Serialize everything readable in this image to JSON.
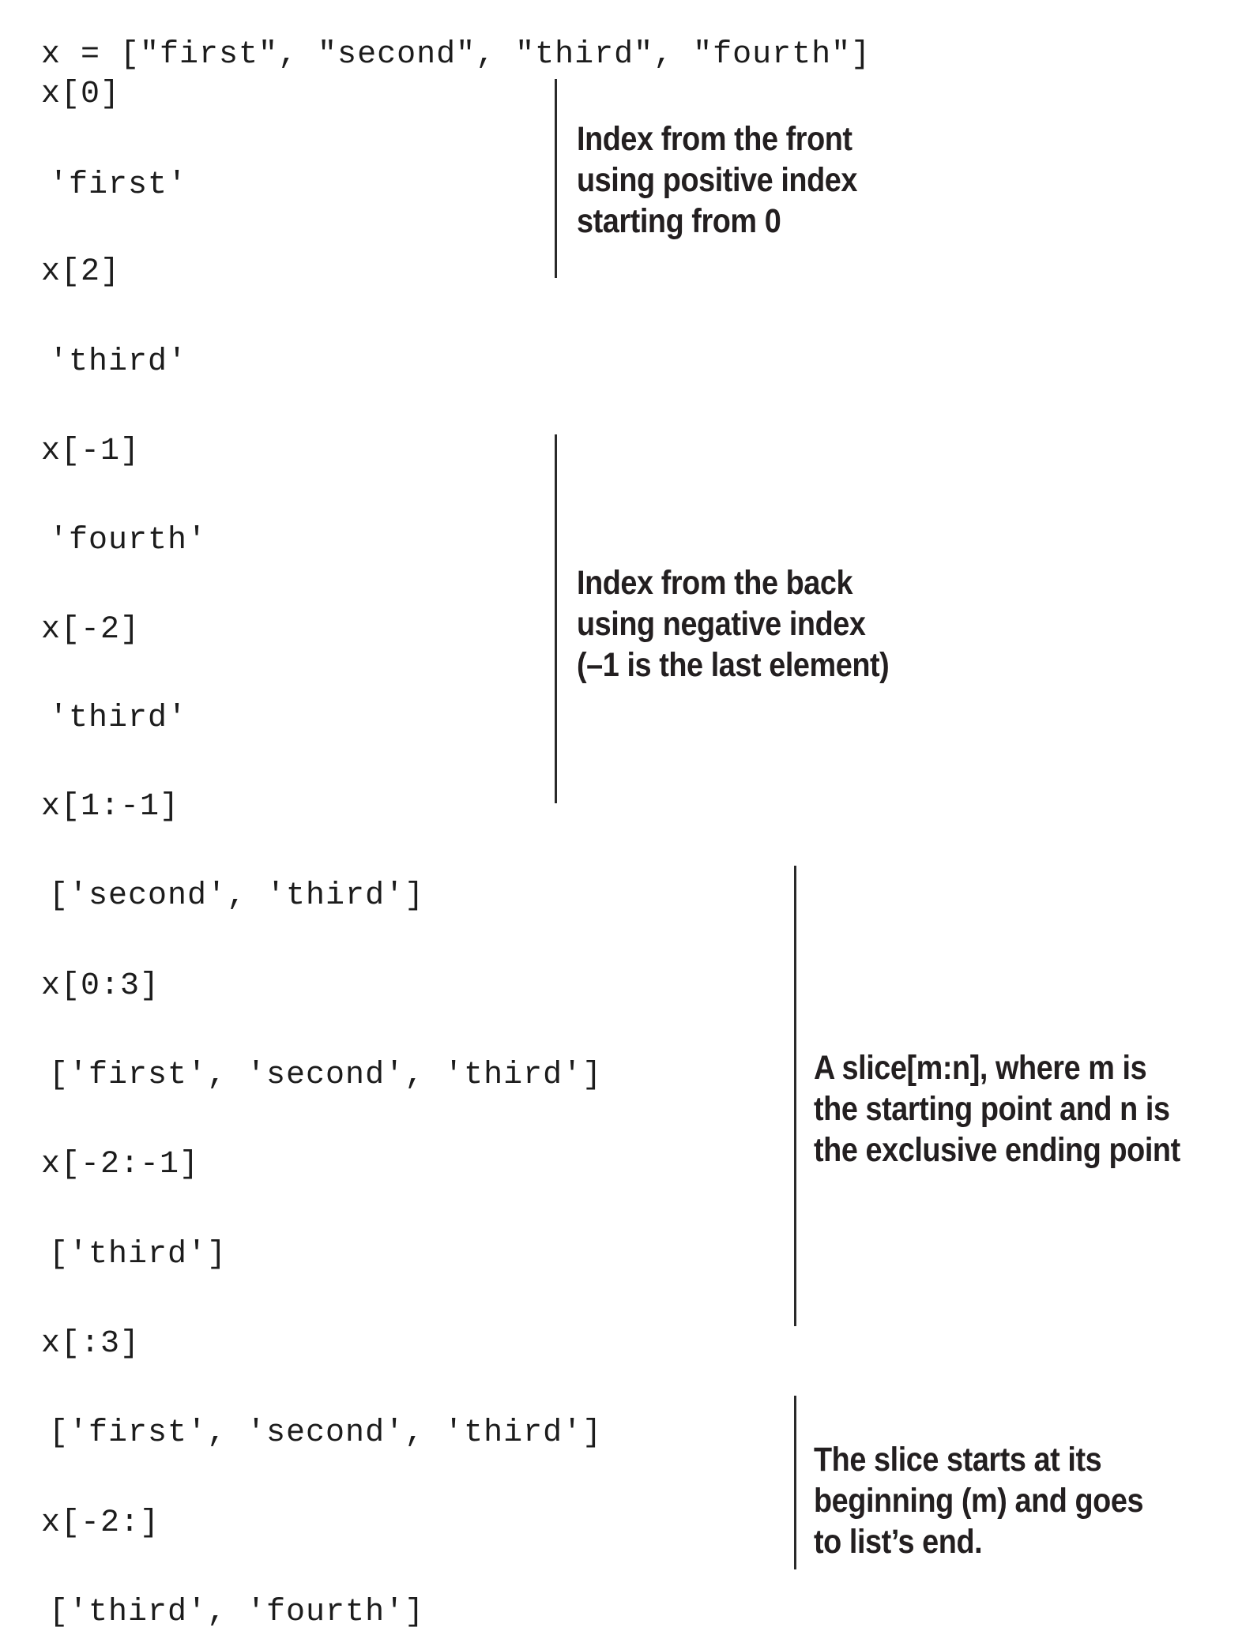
{
  "page": {
    "background": "#ffffff",
    "text_color": "#1c1c1c"
  },
  "code_lines": [
    {
      "kind": "input",
      "text": "x = [\"first\", \"second\", \"third\", \"fourth\"]"
    },
    {
      "kind": "input",
      "text": "x[0]"
    },
    {
      "kind": "output",
      "text": "'first'"
    },
    {
      "kind": "input",
      "text": "x[2]"
    },
    {
      "kind": "output",
      "text": "'third'"
    },
    {
      "kind": "input",
      "text": "x[-1]"
    },
    {
      "kind": "output",
      "text": "'fourth'"
    },
    {
      "kind": "input",
      "text": "x[-2]"
    },
    {
      "kind": "output",
      "text": "'third'"
    },
    {
      "kind": "input",
      "text": "x[1:-1]"
    },
    {
      "kind": "output",
      "text": "['second', 'third']"
    },
    {
      "kind": "input",
      "text": "x[0:3]"
    },
    {
      "kind": "output",
      "text": "['first', 'second', 'third']"
    },
    {
      "kind": "input",
      "text": "x[-2:-1]"
    },
    {
      "kind": "output",
      "text": "['third']"
    },
    {
      "kind": "input",
      "text": "x[:3]"
    },
    {
      "kind": "output",
      "text": "['first', 'second', 'third']"
    },
    {
      "kind": "input",
      "text": "x[-2:]"
    },
    {
      "kind": "output",
      "text": "['third', 'fourth']"
    }
  ],
  "annotations": [
    {
      "text": "Index from the front\nusing positive index\nstarting from 0"
    },
    {
      "text": "Index from the back\nusing negative index\n(–1 is the last element)"
    },
    {
      "text": "A slice[m:n], where m is\nthe starting point and n is\nthe exclusive ending point"
    },
    {
      "text": "The slice starts at its\nbeginning (m) and goes\nto list’s end."
    }
  ]
}
